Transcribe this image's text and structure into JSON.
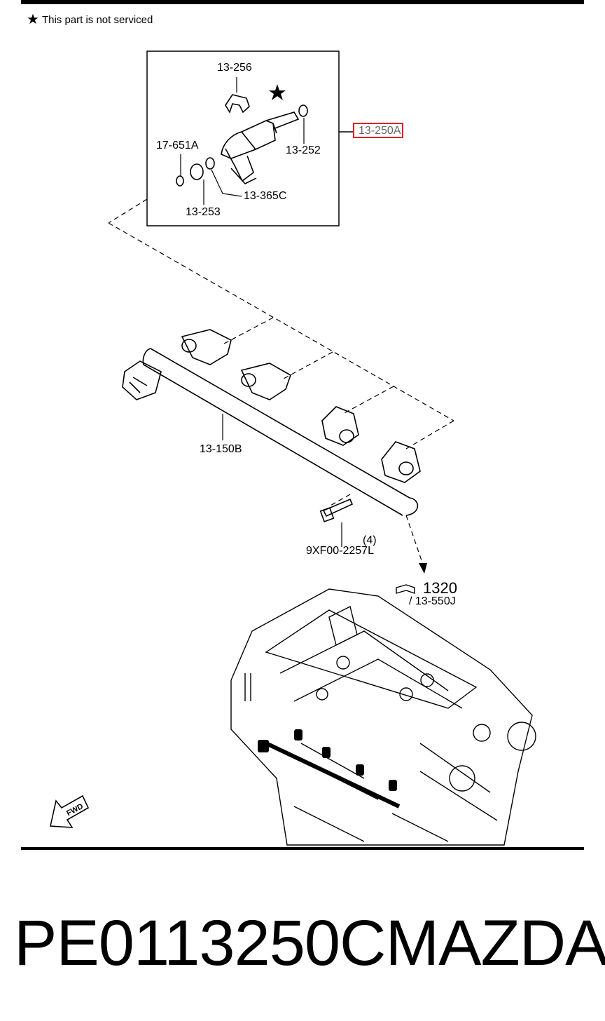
{
  "note": {
    "star": "★",
    "text": "This part is not serviced"
  },
  "labels": {
    "p13_256": "13-256",
    "p13_252": "13-252",
    "p13_250A": "13-250A",
    "p17_651A": "17-651A",
    "p13_365C": "13-365C",
    "p13_253": "13-253",
    "p13_150B": "13-150B",
    "qty": "(4)",
    "p9XF00": "9XF00-2257L",
    "p1320": "1320",
    "p13_550J": "/ 13-550J",
    "fwd": "FWD"
  },
  "footer": {
    "part_number": "PE0113250C",
    "brand": "MAZDA"
  },
  "colors": {
    "highlight": "#e02020",
    "line": "#000000"
  }
}
